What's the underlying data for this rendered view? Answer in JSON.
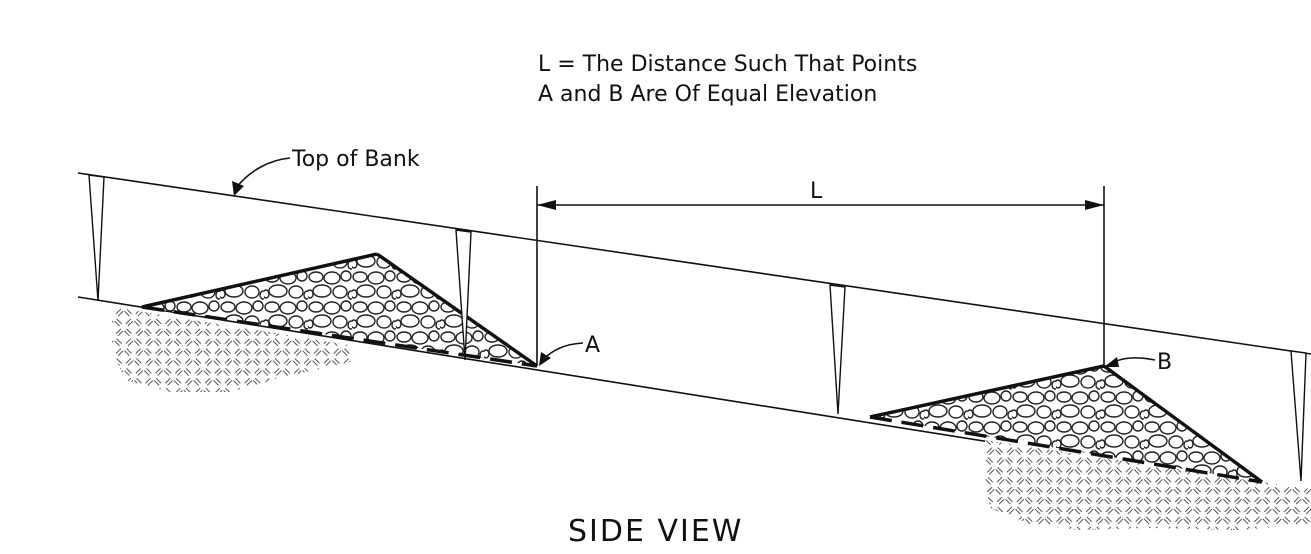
{
  "note": {
    "line1": "L = The Distance Such That Points",
    "line2": "A and B Are Of Equal Elevation"
  },
  "labels": {
    "top_of_bank": "Top of Bank",
    "dimension": "L",
    "point_a": "A",
    "point_b": "B"
  },
  "view_title": "SIDE VIEW",
  "colors": {
    "line": "#111111",
    "background": "#ffffff"
  }
}
